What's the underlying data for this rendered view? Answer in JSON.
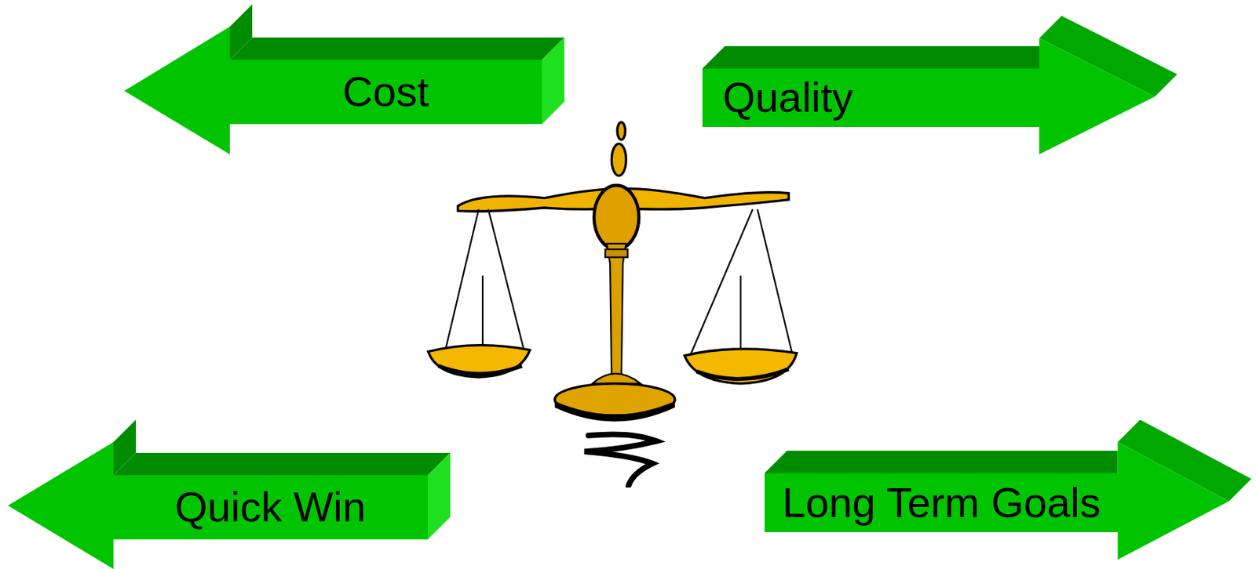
{
  "diagram": {
    "nodes": [
      {
        "text": [
          "Cost"
        ]
      },
      {
        "text": [
          "Quality"
        ]
      },
      {
        "text": [
          "Quick Win"
        ]
      },
      {
        "text": [
          "Long Term Goals"
        ]
      }
    ]
  }
}
